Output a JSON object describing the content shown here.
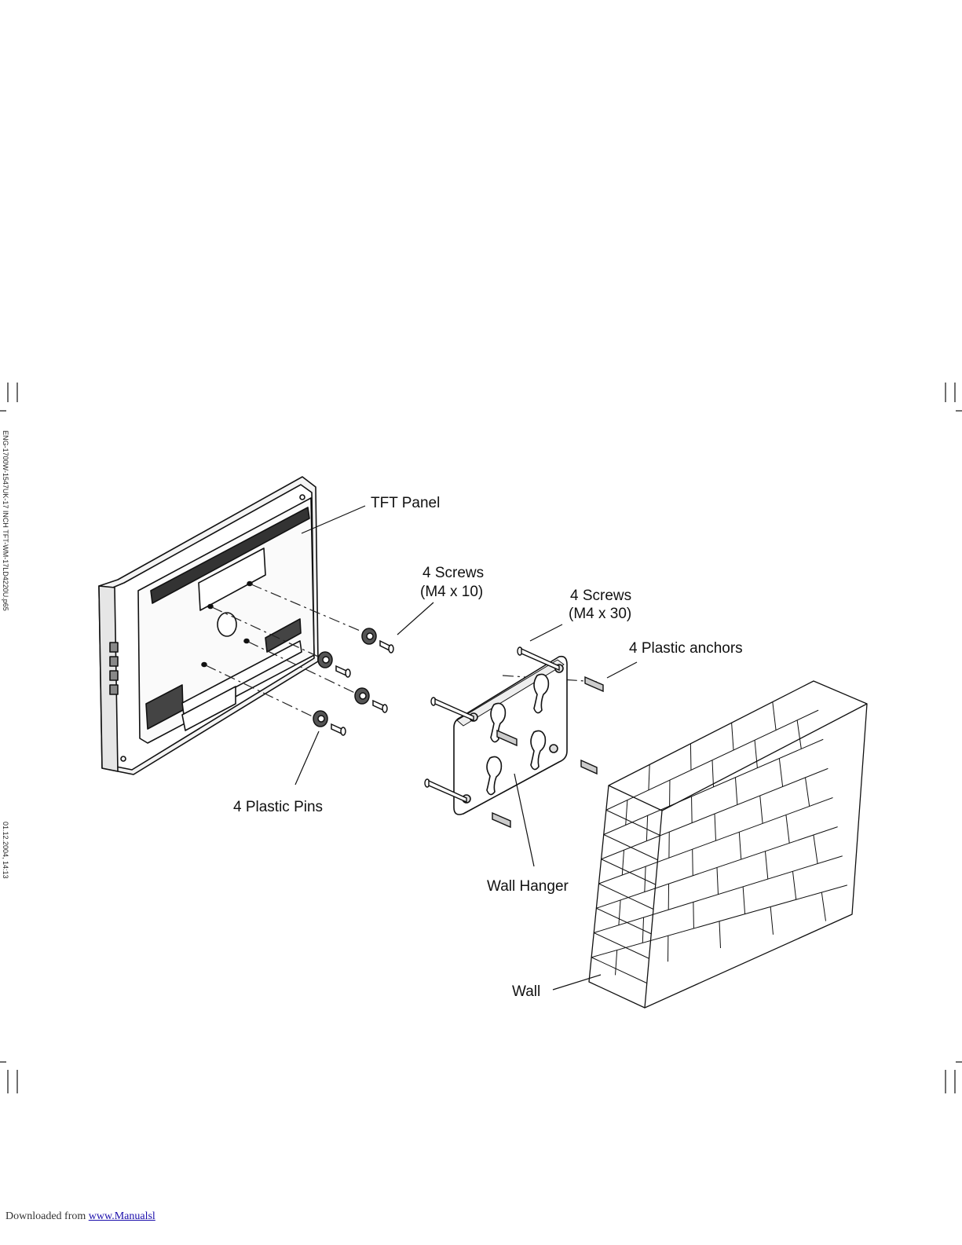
{
  "labels": {
    "tft_panel": "TFT Panel",
    "screws_10_line1": "4 Screws",
    "screws_10_line2": "(M4 x 10)",
    "screws_30_line1": "4 Screws",
    "screws_30_line2": "(M4 x 30)",
    "plastic_anchors": "4 Plastic anchors",
    "plastic_pins": "4 Plastic Pins",
    "wall_hanger": "Wall Hanger",
    "wall": "Wall"
  },
  "margin": {
    "file_name": "ENG-1700W-1547UK-17 INCH TFT-WM-17LD4220U.p65",
    "timestamp": "01.12.2004, 14:13"
  },
  "footer": {
    "prefix": "Downloaded from ",
    "link_text": "www.Manualsl"
  },
  "colors": {
    "line": "#111111",
    "background": "#ffffff",
    "link": "#1a0dab"
  }
}
